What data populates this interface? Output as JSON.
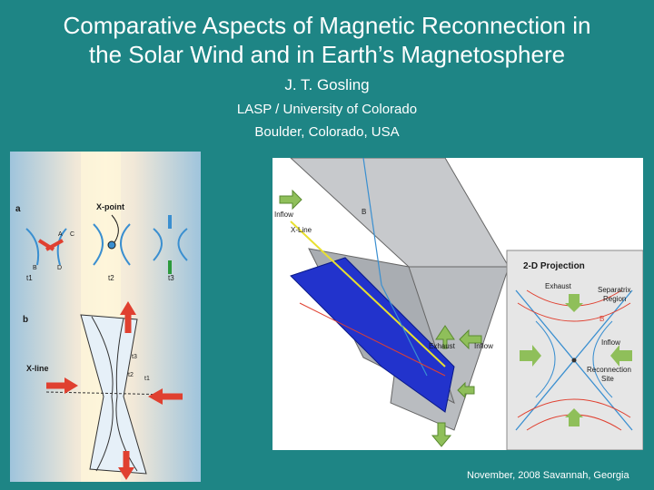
{
  "slide": {
    "title_line1": "Comparative Aspects of Magnetic Reconnection in",
    "title_line2": "the Solar Wind and in Earth’s Magnetosphere",
    "author": "J. T. Gosling",
    "affiliation_line1": "LASP / University of Colorado",
    "affiliation_line2": "Boulder, Colorado, USA",
    "footer": "November, 2008 Savannah, Georgia"
  },
  "left_figure": {
    "panel_a_label": "a",
    "panel_b_label": "b",
    "xpoint_label": "X-point",
    "xline_label": "X-line",
    "time_labels": [
      "t1",
      "t2",
      "t3"
    ],
    "point_labels": [
      "A",
      "B",
      "C",
      "D"
    ],
    "sheet_time_labels": [
      "t3",
      "t2",
      "t1"
    ]
  },
  "right_figure": {
    "inflow_label": "Inflow",
    "xline_label": "X-Line",
    "b_label": "B",
    "exhaust_label": "Exhaust",
    "inflow_label_2": "Inflow",
    "projection_title": "2-D Projection",
    "projection_exhaust": "Exhaust",
    "projection_separatrix": "Separatrix",
    "projection_region": "Region",
    "projection_b": "B",
    "projection_inflow": "Inflow",
    "projection_reconnection": "Reconnection",
    "projection_site": "Site"
  },
  "colors": {
    "background": "#1e8585",
    "field_blue": "#3a8fd0",
    "sheet_blue": "#2233cc",
    "arrow_green": "#8fbf5a",
    "arrow_red": "#e04030"
  }
}
